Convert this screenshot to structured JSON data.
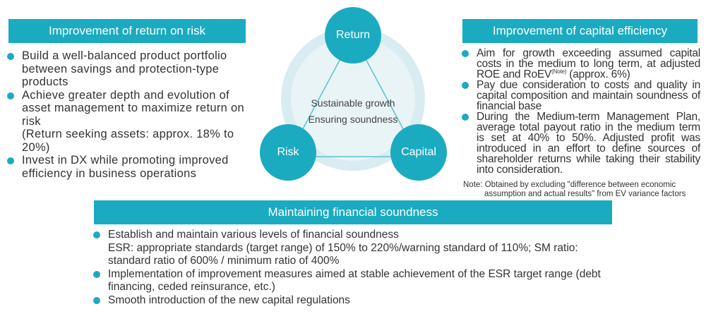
{
  "left": {
    "title": "Improvement of return on risk",
    "items": [
      "Build a well-balanced product portfolio between savings and protection-type products",
      "Achieve greater depth and evolution of asset management to maximize return on risk",
      "Invest in DX while promoting improved efficiency in business operations"
    ],
    "item2_sub": "(Return seeking assets: approx. 18% to 20%)"
  },
  "diagram": {
    "top": "Return",
    "left": "Risk",
    "right": "Capital",
    "center_line1": "Sustainable growth",
    "center_line2": "Ensuring soundness",
    "colors": {
      "accent": "#1aabc1",
      "ring_outer": "#d8ecf1",
      "ring_inner": "#e9f4f7"
    }
  },
  "right": {
    "title": "Improvement of capital efficiency",
    "item1_a": "Aim for growth exceeding assumed capital costs in the medium to long term, at adjusted ROE and RoEV",
    "item1_sup": "(Note)",
    "item1_b": " (approx. 6%)",
    "item2": "Pay due consideration to costs and quality in capital composition and maintain soundness of financial base",
    "item3": "During the Medium-term Management Plan, average total payout ratio in the medium term is set at 40% to 50%. Adjusted profit was introduced in an effort to define sources of shareholder returns while taking their stability into consideration.",
    "note_line1": "Note: Obtained by excluding \"difference between economic",
    "note_line2": "assumption and actual results\" from EV variance factors"
  },
  "bottom": {
    "title": "Maintaining financial soundness",
    "item1": "Establish and maintain various levels of financial soundness",
    "item1_sub": "ESR: appropriate standards (target range) of 150% to 220%/warning standard of 110%; SM ratio: standard ratio of 600% / minimum ratio of 400%",
    "item2": "Implementation of improvement measures aimed at stable achievement of the ESR target range (debt financing, ceded reinsurance, etc.)",
    "item3": "Smooth introduction of the new capital regulations"
  }
}
